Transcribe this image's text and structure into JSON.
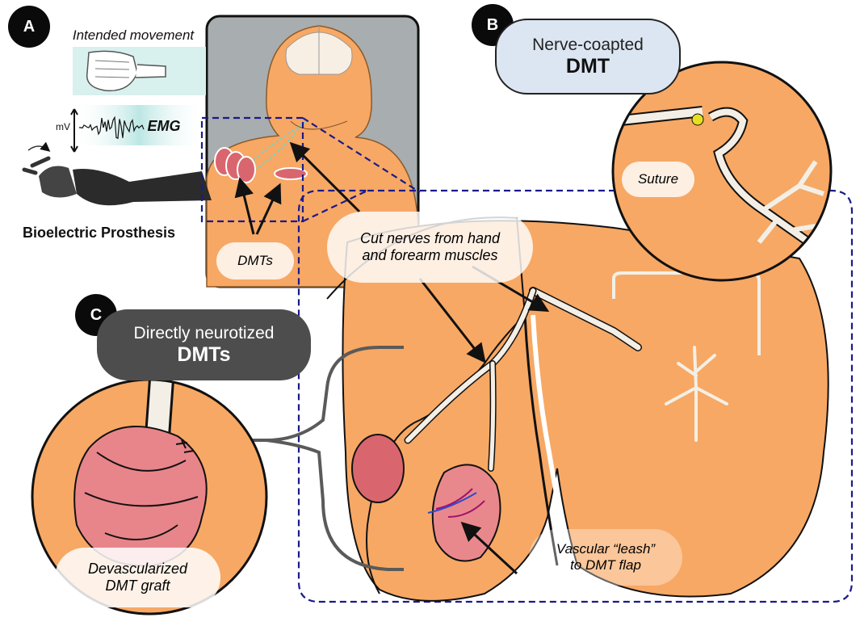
{
  "panels": {
    "a": {
      "badge": "A",
      "intended_movement": "Intended movement",
      "mv_label": "mV",
      "emg_label": "EMG",
      "prosthesis_label": "Bioelectric Prosthesis",
      "dmts_label": "DMTs"
    },
    "b": {
      "badge": "B",
      "title_line1": "Nerve-coapted",
      "title_line2": "DMT",
      "suture_label": "Suture"
    },
    "c": {
      "badge": "C",
      "title_line1": "Directly neurotized",
      "title_line2": "DMTs",
      "graft_line1": "Devascularized",
      "graft_line2": "DMT graft"
    },
    "center": {
      "cut_nerves_line1": "Cut nerves from hand",
      "cut_nerves_line2": "and forearm muscles",
      "leash_line1": "Vascular “leash”",
      "leash_line2": "to DMT flap"
    }
  },
  "colors": {
    "muscle_orange": "#F7A864",
    "dmt_pink": "#D9666E",
    "nerve": "#F3EFE6",
    "dashed_box": "#1A1A8C",
    "badge_black": "#0A0A0A",
    "pill_blue": "#DCE6F2",
    "pill_dark": "#4D4D4D",
    "inset_gray": "#A8ADAF"
  }
}
